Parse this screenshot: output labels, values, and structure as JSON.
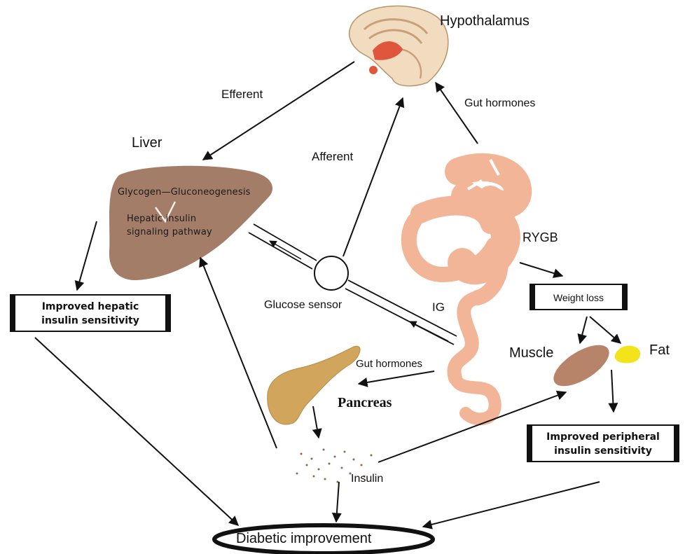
{
  "labels": {
    "hypothalamus": "Hypothalamus",
    "efferent": "Efferent",
    "gut_hormones_top": "Gut hormones",
    "liver": "Liver",
    "afferent": "Afferent",
    "glycogen": "Glycogen—Gluconeogenesis",
    "hepatic_insulin": "Hepatic insulin",
    "signaling": "signaling pathway",
    "rygb": "RYGB",
    "glucose_sensor": "Glucose sensor",
    "ig": "IG",
    "weight_loss": "Weight loss",
    "muscle": "Muscle",
    "fat": "Fat",
    "gut_hormones_mid": "Gut hormones",
    "pancreas": "Pancreas",
    "insulin": "Insulin",
    "diabetic": "Diabetic improvement"
  },
  "boxes": {
    "hepatic_line1": "Improved hepatic",
    "hepatic_line2": "insulin sensitivity",
    "peripheral_line1": "Improved peripheral",
    "peripheral_line2": "insulin sensitivity"
  },
  "colors": {
    "liver": "#a47d68",
    "gut": "#f2b597",
    "muscle": "#b88469",
    "fat": "#f3e31a",
    "pancreas": "#d1a55c",
    "hypothalamus_red": "#e0563c"
  }
}
